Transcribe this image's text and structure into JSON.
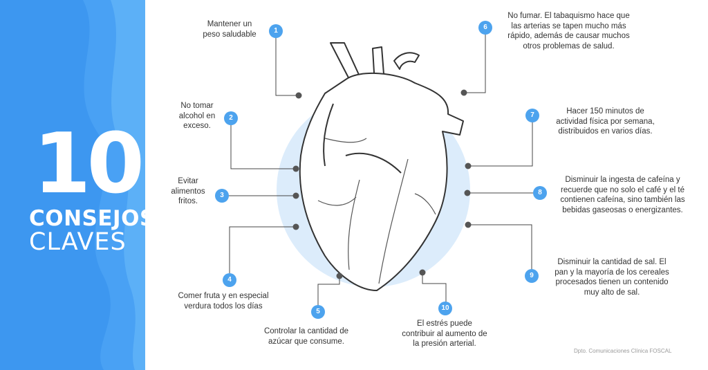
{
  "title": {
    "number": "10",
    "line1": "CONSEJOS",
    "line2": "CLAVES"
  },
  "tips": [
    {
      "num": "1",
      "text": "Mantener un peso saludable"
    },
    {
      "num": "2",
      "text": "No tomar alcohol en exceso."
    },
    {
      "num": "3",
      "text": "Evitar alimentos fritos."
    },
    {
      "num": "4",
      "text": "Comer fruta y en especial verdura todos los días"
    },
    {
      "num": "5",
      "text": "Controlar la cantidad de azúcar que consume."
    },
    {
      "num": "6",
      "text": "No fumar. El tabaquismo hace que las arterias se tapen mucho más rápido, además de causar muchos otros problemas de salud."
    },
    {
      "num": "7",
      "text": "Hacer 150 minutos de actividad física por semana, distribuidos en varios días."
    },
    {
      "num": "8",
      "text": "Disminuir la ingesta de cafeína y recuerde que no solo el café y el té contienen cafeína, sino también las bebidas gaseosas o energizantes."
    },
    {
      "num": "9",
      "text": "Disminuir la cantidad de sal. El pan y la mayoría de los cereales procesados tienen un contenido muy alto de sal."
    },
    {
      "num": "10",
      "text": "El estrés puede contribuir al aumento de la presión arterial."
    }
  ],
  "credit": "Dpto. Comunicaciones Clínica FOSCAL",
  "colors": {
    "panel_blue": "#3d97f0",
    "badge_blue": "#4da3ee",
    "halo": "#dcecfb",
    "heart_line": "#333333"
  }
}
